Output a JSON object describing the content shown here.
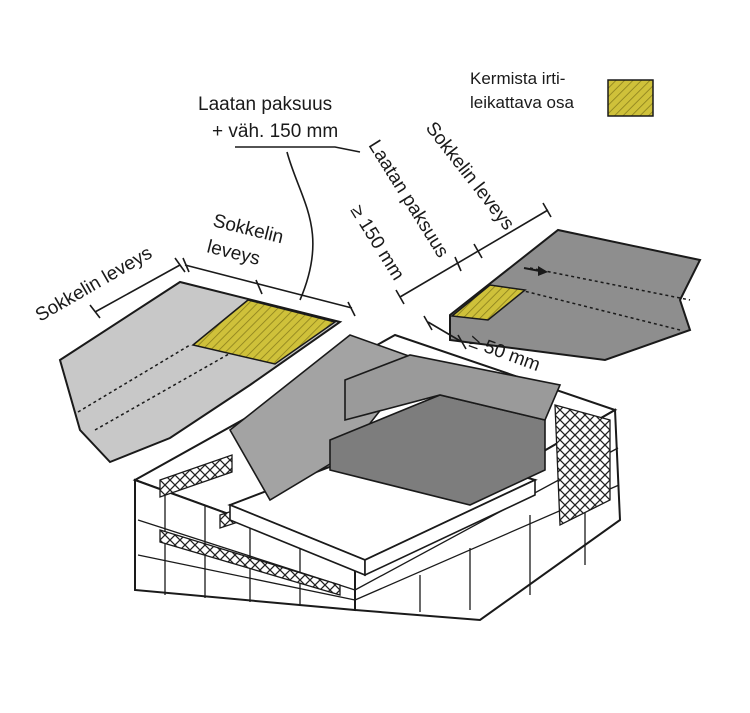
{
  "legend": {
    "line1": "Kermista irti-",
    "line2": "leikattava osa",
    "swatch_color": "#cfc13a"
  },
  "labels": {
    "slab_thickness_150_line1": "Laatan paksuus",
    "slab_thickness_150_line2": "+ väh. 150 mm",
    "plinth_width_left": "Sokkelin leveys",
    "plinth_width_mid_line1": "Sokkelin",
    "plinth_width_mid_line2": "leveys",
    "slab_thickness_right": "Laatan paksuus",
    "gte_150": "≥ 150 mm",
    "plinth_width_right": "Sokkelin leveys",
    "gte_50": "≥ 50 mm"
  },
  "colors": {
    "membrane_light": "#c8c8c8",
    "membrane_dark": "#8a8a8a",
    "cut_part": "#cfc13a",
    "line": "#1a1a1a"
  }
}
